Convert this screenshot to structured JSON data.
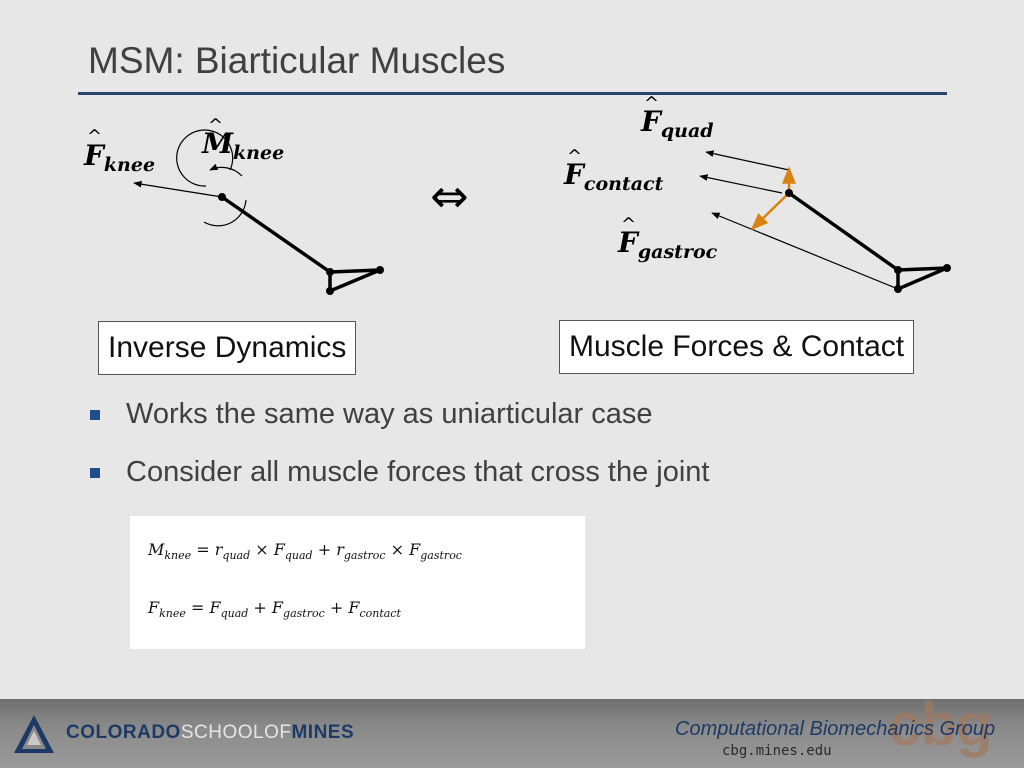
{
  "slide": {
    "title": "MSM: Biarticular Muscles"
  },
  "diagram": {
    "left": {
      "force_label": "F",
      "force_sub": "knee",
      "moment_label": "M",
      "moment_sub": "knee",
      "caption": "Inverse Dynamics"
    },
    "equivalence_symbol": "⇔",
    "right": {
      "quad_label": "F",
      "quad_sub": "quad",
      "contact_label": "F",
      "contact_sub": "contact",
      "gastroc_label": "F",
      "gastroc_sub": "gastroc",
      "caption": "Muscle Forces & Contact"
    },
    "colors": {
      "vector": "#d9820f",
      "segment": "#000000"
    }
  },
  "bullets": [
    "Works the same way as uniarticular case",
    "Consider all muscle forces that cross the joint"
  ],
  "equations": {
    "eq1": {
      "lhs": "M",
      "lhs_sub": "knee",
      "t1": "r",
      "t1_sub": "quad",
      "t2": "F",
      "t2_sub": "quad",
      "t3": "r",
      "t3_sub": "gastroc",
      "t4": "F",
      "t4_sub": "gastroc"
    },
    "eq2": {
      "lhs": "F",
      "lhs_sub": "knee",
      "t1": "F",
      "t1_sub": "quad",
      "t2": "F",
      "t2_sub": "gastroc",
      "t3": "F",
      "t3_sub": "contact"
    }
  },
  "footer": {
    "mines_part1": "COLORADO",
    "mines_part2": "SCHOOL",
    "mines_part3": "OF",
    "mines_part4": "MINES",
    "cbg_word": "cbg",
    "cbg_name": "Computational Biomechanics Group",
    "cbg_url": "cbg.mines.edu"
  }
}
